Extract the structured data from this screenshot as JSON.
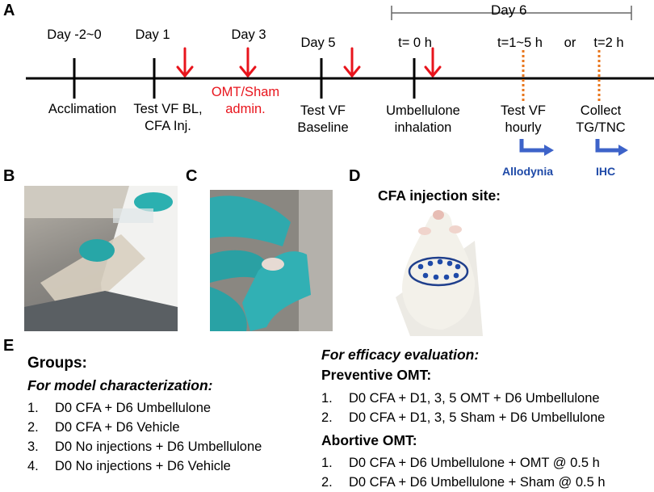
{
  "panels": {
    "a": "A",
    "b": "B",
    "c": "C",
    "d": "D",
    "e": "E"
  },
  "timeline": {
    "day6_label": "Day 6",
    "top_labels": [
      "Day -2~0",
      "Day 1",
      "Day 3",
      "Day 5",
      "t= 0 h",
      "t=1~5 h",
      "or",
      "t=2 h"
    ],
    "events": [
      {
        "line1": "Acclimation",
        "line2": ""
      },
      {
        "line1": "Test VF BL,",
        "line2": "CFA Inj."
      },
      {
        "line1": "OMT/Sham",
        "line2": "admin."
      },
      {
        "line1": "Test VF",
        "line2": "Baseline"
      },
      {
        "line1": "Umbellulone",
        "line2": "inhalation"
      },
      {
        "line1": "Test VF",
        "line2": "hourly"
      },
      {
        "line1": "Collect",
        "line2": "TG/TNC"
      }
    ],
    "outcomes": [
      "Allodynia",
      "IHC"
    ],
    "colors": {
      "red": "#e8141c",
      "blue": "#1f4aa8",
      "orange": "#e8761c"
    }
  },
  "panel_d": {
    "title": "CFA injection site:"
  },
  "groups": {
    "heading": "Groups:",
    "model_heading": "For model characterization:",
    "model_items": [
      {
        "num": "1.",
        "text": "D0 CFA + D6 Umbellulone"
      },
      {
        "num": "2.",
        "text": "D0 CFA + D6 Vehicle"
      },
      {
        "num": "3.",
        "text": "D0 No injections + D6 Umbellulone"
      },
      {
        "num": "4.",
        "text": "D0 No injections + D6 Vehicle"
      }
    ],
    "efficacy_heading": "For efficacy evaluation:",
    "preventive_heading": "Preventive OMT:",
    "preventive_items": [
      {
        "num": "1.",
        "text": "D0 CFA + D1, 3, 5 OMT + D6 Umbellulone"
      },
      {
        "num": "2.",
        "text": "D0 CFA + D1, 3, 5 Sham + D6 Umbellulone"
      }
    ],
    "abortive_heading": "Abortive OMT:",
    "abortive_items": [
      {
        "num": "1.",
        "text": "D0 CFA + D6 Umbellulone + OMT @ 0.5 h"
      },
      {
        "num": "2.",
        "text": "D0 CFA + D6 Umbellulone + Sham @ 0.5 h"
      }
    ]
  }
}
